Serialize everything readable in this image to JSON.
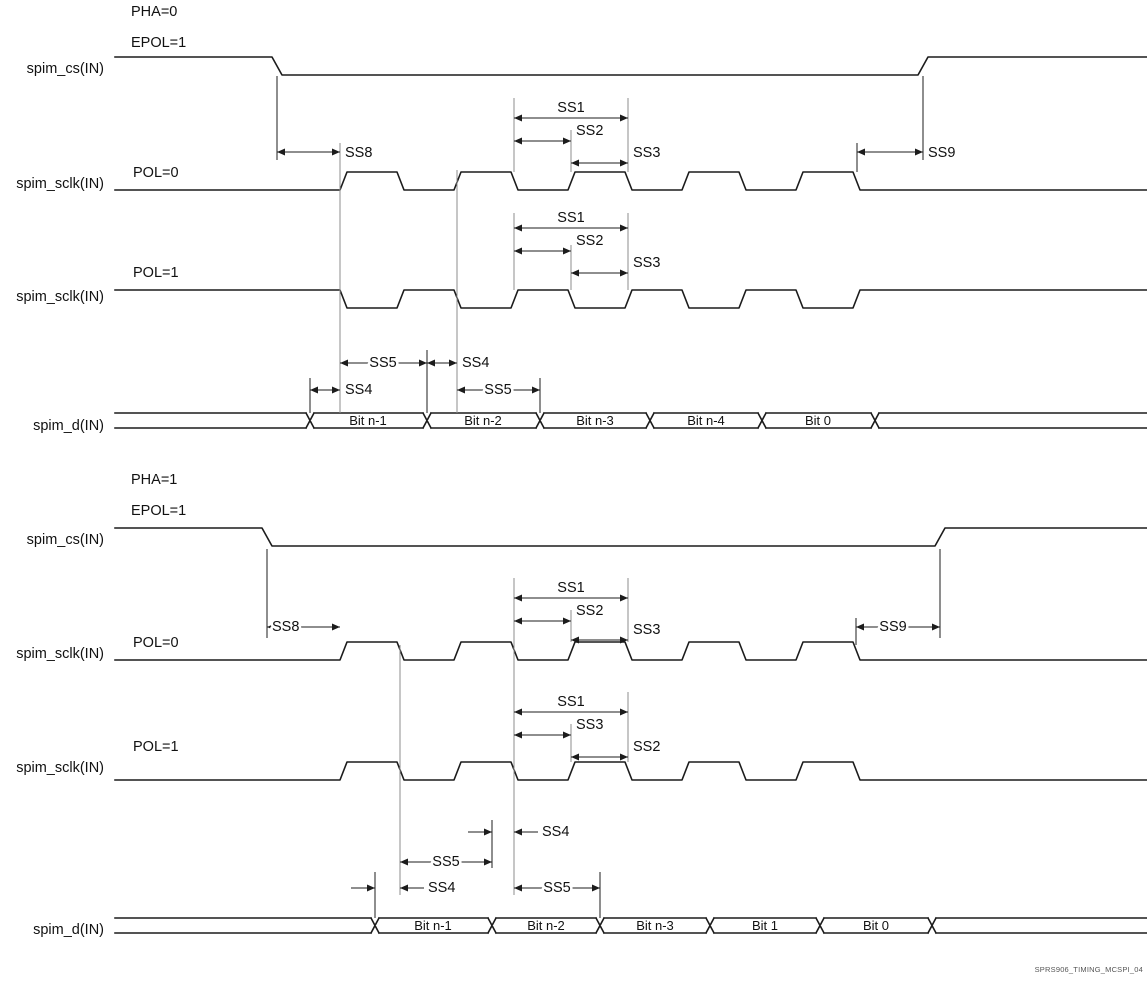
{
  "watermark": "SPRS906_TIMING_MCSPI_04",
  "pha0": {
    "title": "PHA=0",
    "epol": "EPOL=1",
    "cs_label": "spim_cs(IN)",
    "pol0_label": "POL=0",
    "sclk0_label": "spim_sclk(IN)",
    "pol1_label": "POL=1",
    "sclk1_label": "spim_sclk(IN)",
    "data_label": "spim_d(IN)",
    "ss8": "SS8",
    "ss9": "SS9",
    "pol0_meas": [
      "SS1",
      "SS2",
      "SS3"
    ],
    "pol1_meas": [
      "SS1",
      "SS2",
      "SS3"
    ],
    "rowA": [
      "SS5",
      "SS4"
    ],
    "rowB": [
      "SS4",
      "SS5"
    ],
    "bits": [
      "Bit n-1",
      "Bit n-2",
      "Bit n-3",
      "Bit n-4",
      "Bit 0"
    ]
  },
  "pha1": {
    "title": "PHA=1",
    "epol": "EPOL=1",
    "cs_label": "spim_cs(IN)",
    "pol0_label": "POL=0",
    "sclk0_label": "spim_sclk(IN)",
    "pol1_label": "POL=1",
    "sclk1_label": "spim_sclk(IN)",
    "data_label": "spim_d(IN)",
    "ss8": "SS8",
    "ss9": "SS9",
    "pol0_meas": [
      "SS1",
      "SS2",
      "SS3"
    ],
    "pol1_meas": [
      "SS1",
      "SS3",
      "SS2"
    ],
    "row1": "SS4",
    "row2": "SS5",
    "row3": [
      "SS4",
      "SS5"
    ],
    "bits": [
      "Bit n-1",
      "Bit n-2",
      "Bit n-3",
      "Bit 1",
      "Bit 0"
    ]
  }
}
